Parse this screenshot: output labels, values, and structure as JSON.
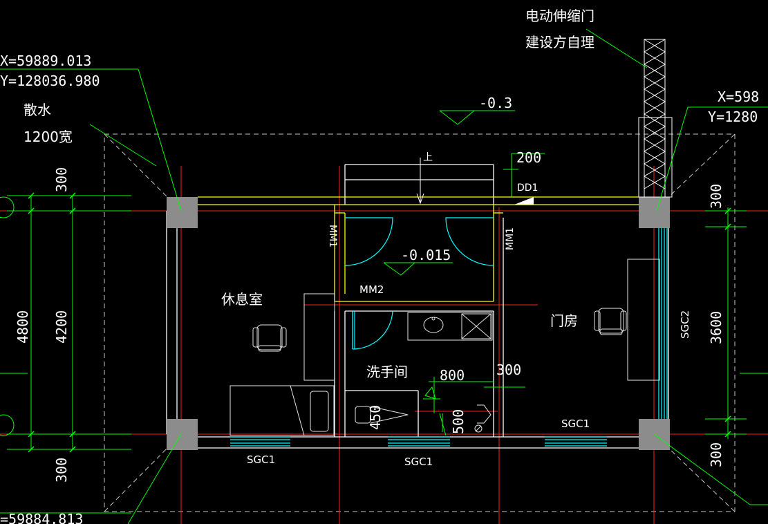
{
  "colors": {
    "background": "#000000",
    "axis": "#ff2020",
    "wall": "#ffffff",
    "yellow": "#ffff00",
    "green": "#00ff00",
    "cyan": "#00ffff",
    "column": "#8c8c8c",
    "dashed": "#c8c8c8"
  },
  "coords": {
    "left_top_x": "X=59889.013",
    "left_top_y": "Y=128036.980",
    "right_top_x": "X=598",
    "right_top_y": "Y=1280",
    "bottom_left": "=59884.813"
  },
  "notes": {
    "apron": "散水",
    "apron_width": "1200宽",
    "gate_1": "电动伸缩门",
    "gate_2": "建设方自理",
    "level_outside": "-0.3",
    "level_inside": "-0.015",
    "stair_up": "上"
  },
  "rooms": {
    "rest_room": "休息室",
    "washroom": "洗手间",
    "guard_room": "门房"
  },
  "doors": {
    "mm1_left": "MM1",
    "mm1_right": "MM1",
    "mm2": "MM2",
    "dd1": "DD1"
  },
  "windows": {
    "sgc1_left": "SGC1",
    "sgc1_mid": "SGC1",
    "sgc1_right": "SGC1",
    "sgc2": "SGC2"
  },
  "dims": {
    "left_300_top": "300",
    "left_4200": "4200",
    "left_4800": "4800",
    "left_300_bottom": "300",
    "dim_200": "200",
    "right_300_top": "300",
    "right_3600": "3600",
    "right_300_bottom": "300",
    "dim_800": "800",
    "dim_300": "300",
    "dim_450": "450",
    "dim_500": "500"
  }
}
